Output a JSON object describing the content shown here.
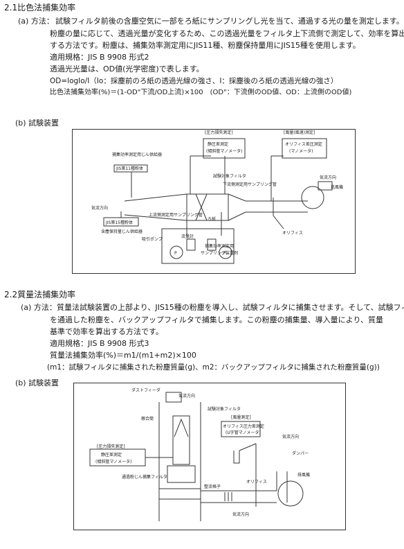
{
  "section1": {
    "heading": "2.1比色法捕集効率",
    "method_label": "(a) 方法：",
    "lines": [
      "試験フィルタ前後の含塵空気に一部をろ紙にサンプリングし光を当て、通過する光の量を測定します。",
      "粉塵の量に応じて、透過光量が変化するため、この透過光量をフィルタ上下流側で測定して、効率を算出",
      "する方法です。粉塵は、捕集効率測定用にJIS11種、粉塵保持量用にJIS15種を使用します。",
      "適用規格：JIS B 9908 形式2",
      "透過光光量は、OD値(光学密度)で表します。",
      "OD=logIo/I（Io：採塵前のろ紙の透過光線の強さ、I：採塵後のろ紙の透過光線の強さ）",
      "比色法捕集効率(%)＝(1-OD\"下流/OD上流)×100　(OD\"：下流側のOD値、OD：上流側のOD値)"
    ],
    "apparatus_label": "(b) 試験装置",
    "diagram": {
      "pressure_loss_title": "[圧力損失測定]",
      "static_pressure": "静圧差測定",
      "incline_manometer": "(傾斜管マノメータ)",
      "airflow_title": "[風量(風速)測定]",
      "orifice_diff": "オリフィス差圧測定",
      "manometer": "(マノメータ)",
      "dust_feeder_upper": "捕集効率測定用じん供給器",
      "jis11": "JIS第11種粉体",
      "test_filter": "試験対象フィルタ",
      "downstream_nozzle": "下流側測定用サンプリング管",
      "upstream_nozzle": "上流側測定用サンプリング管",
      "airflow_dir_in": "気流方向",
      "airflow_dir_out": "気流方向",
      "blower": "送風機",
      "jis15": "JIS第15種粉体",
      "dust_feeder_lower": "含塵保持量じん供給器",
      "flowmeter": "流量計",
      "filter_paper": "ろ紙",
      "suction_pump": "吸引ポンプ",
      "orifice": "オリフィス",
      "sampler_1": "捕集効率測定用",
      "sampler_2": "サンプリング装置例",
      "pump_symbol": "P"
    }
  },
  "section2": {
    "heading": "2.2質量法捕集効率",
    "method_label": "(a) 方法：",
    "lines": [
      "質量法試験装置の上部より、JIS15種の粉塵を導入し、試験フィルタに捕集させます。そして、試験フィルタ",
      "を通過した粉塵を、バックアップフィルタで捕集します。この粉塵の捕集量、導入量により、質量",
      "基準で効率を算出する方法です。",
      "適用規格：JIS B 9908 形式3",
      "質量法捕集効率(%)＝m1/(m1+m2)×100",
      "(m1：試験フィルタに捕集された粉塵質量(g)、m2：バックアップフィルタに捕集された粉塵質量(g))"
    ],
    "apparatus_label": "(b) 試験装置",
    "diagram": {
      "dust_feeder": "ダストフィーダ",
      "airflow_top": "気流方向",
      "test_filter": "試験対象フィルタ",
      "mixing_tube": "稼合筒",
      "pressure_loss_title": "[圧力損失測定]",
      "static_pressure": "静圧差測定",
      "incline_manometer": "(傾斜管マノメータ)",
      "airflow_title": "[風量測定]",
      "orifice_diff": "オリフィス圧力差測定",
      "u_manometer": "(U字管マノメータ)",
      "damper": "ダンパー",
      "airflow_right": "気流方向",
      "blower": "排風機",
      "backup_filter": "通過粉じん捕集フィルタ",
      "straightener": "整流格子",
      "orifice": "オリフィス",
      "airflow_bottom": "気流方向"
    }
  }
}
